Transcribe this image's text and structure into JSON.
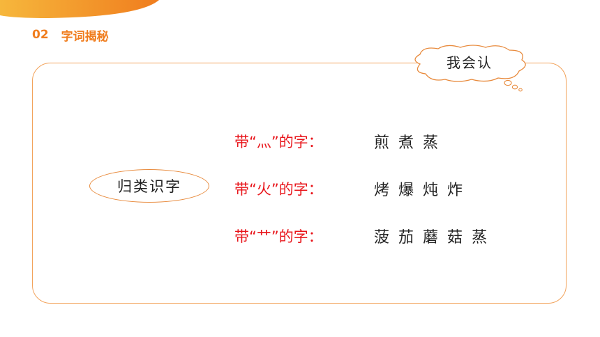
{
  "colors": {
    "accent": "#f07d1e",
    "frame": "#f2a25a",
    "label_red": "#e8151b"
  },
  "header": {
    "number": "02",
    "title": "字词揭秘"
  },
  "cloud": {
    "label": "我会认"
  },
  "category": {
    "label": "归类识字"
  },
  "rows": [
    {
      "label": "带“灬”的字：",
      "chars": [
        "煎",
        "煮",
        "蒸"
      ]
    },
    {
      "label": "带“火”的字：",
      "chars": [
        "烤",
        "爆",
        "炖",
        "炸"
      ]
    },
    {
      "label": "带“艹”的字：",
      "chars": [
        "菠",
        "茄",
        "蘑",
        "菇",
        "蒸"
      ]
    }
  ]
}
